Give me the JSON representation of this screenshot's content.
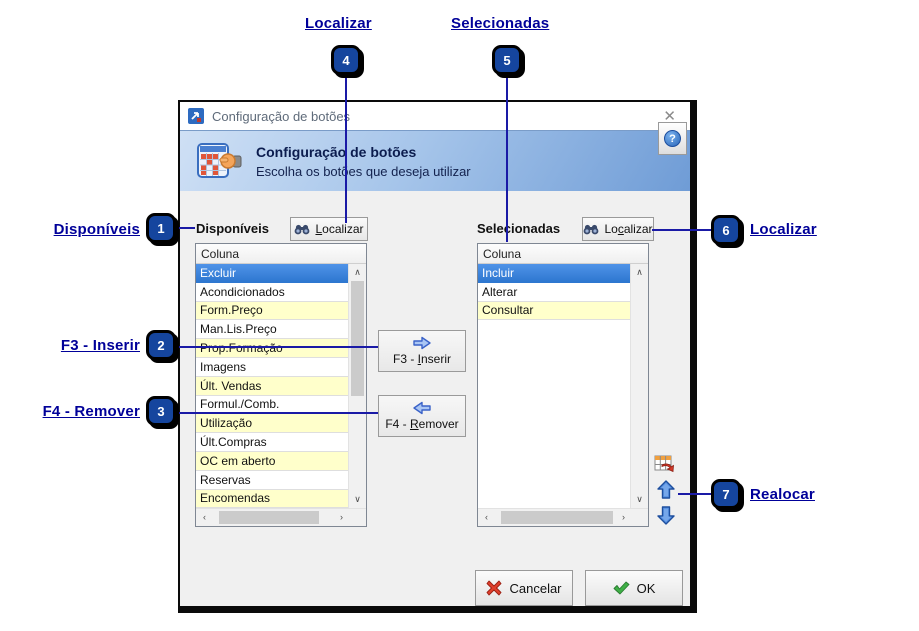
{
  "callouts": {
    "items": [
      {
        "n": "1",
        "label": "Disponíveis"
      },
      {
        "n": "2",
        "label": "F3 - Inserir"
      },
      {
        "n": "3",
        "label": "F4 - Remover"
      },
      {
        "n": "4",
        "label": "Localizar"
      },
      {
        "n": "5",
        "label": "Selecionadas"
      },
      {
        "n": "6",
        "label": "Localizar"
      },
      {
        "n": "7",
        "label": "Realocar"
      }
    ]
  },
  "dialog": {
    "titlebar": {
      "title": "Configuração de botões"
    },
    "header": {
      "title": "Configuração de botões",
      "subtitle": "Escolha os botões que deseja utilizar"
    },
    "available": {
      "label": "Disponíveis",
      "find": {
        "pre": "",
        "u": "L",
        "post": "ocalizar"
      },
      "column_header": "Coluna",
      "items": [
        "Excluir",
        "Acondicionados",
        "Form.Preço",
        "Man.Lis.Preço",
        "Prop.Formação",
        "Imagens",
        "Últ. Vendas",
        "Formul./Comb.",
        "Utilização",
        "Últ.Compras",
        "OC em aberto",
        "Reservas",
        "Encomendas"
      ],
      "selected_index": 0
    },
    "selected": {
      "label": "Selecionadas",
      "find": {
        "pre": "Lo",
        "u": "c",
        "post": "alizar"
      },
      "column_header": "Coluna",
      "items": [
        "Incluir",
        "Alterar",
        "Consultar"
      ],
      "selected_index": 0
    },
    "transfer": {
      "insert": {
        "pre": "F3 - ",
        "u": "I",
        "post": "nserir"
      },
      "remove": {
        "pre": "F4 - ",
        "u": "R",
        "post": "emover"
      }
    },
    "footer": {
      "cancel": "Cancelar",
      "ok": "OK"
    }
  },
  "icons": {
    "close": "✕",
    "help": "?",
    "scroll_up": "∧",
    "scroll_down": "∨",
    "scroll_left": "‹",
    "scroll_right": "›"
  },
  "colors": {
    "badge": "#15459e",
    "callout_text": "#000099",
    "callout_line": "#1a1aa6",
    "row_selected": "#2e77d0",
    "row_alternate": "#ffffcb",
    "header_gradient": [
      "#cfe0f5",
      "#6f9cd6"
    ]
  }
}
